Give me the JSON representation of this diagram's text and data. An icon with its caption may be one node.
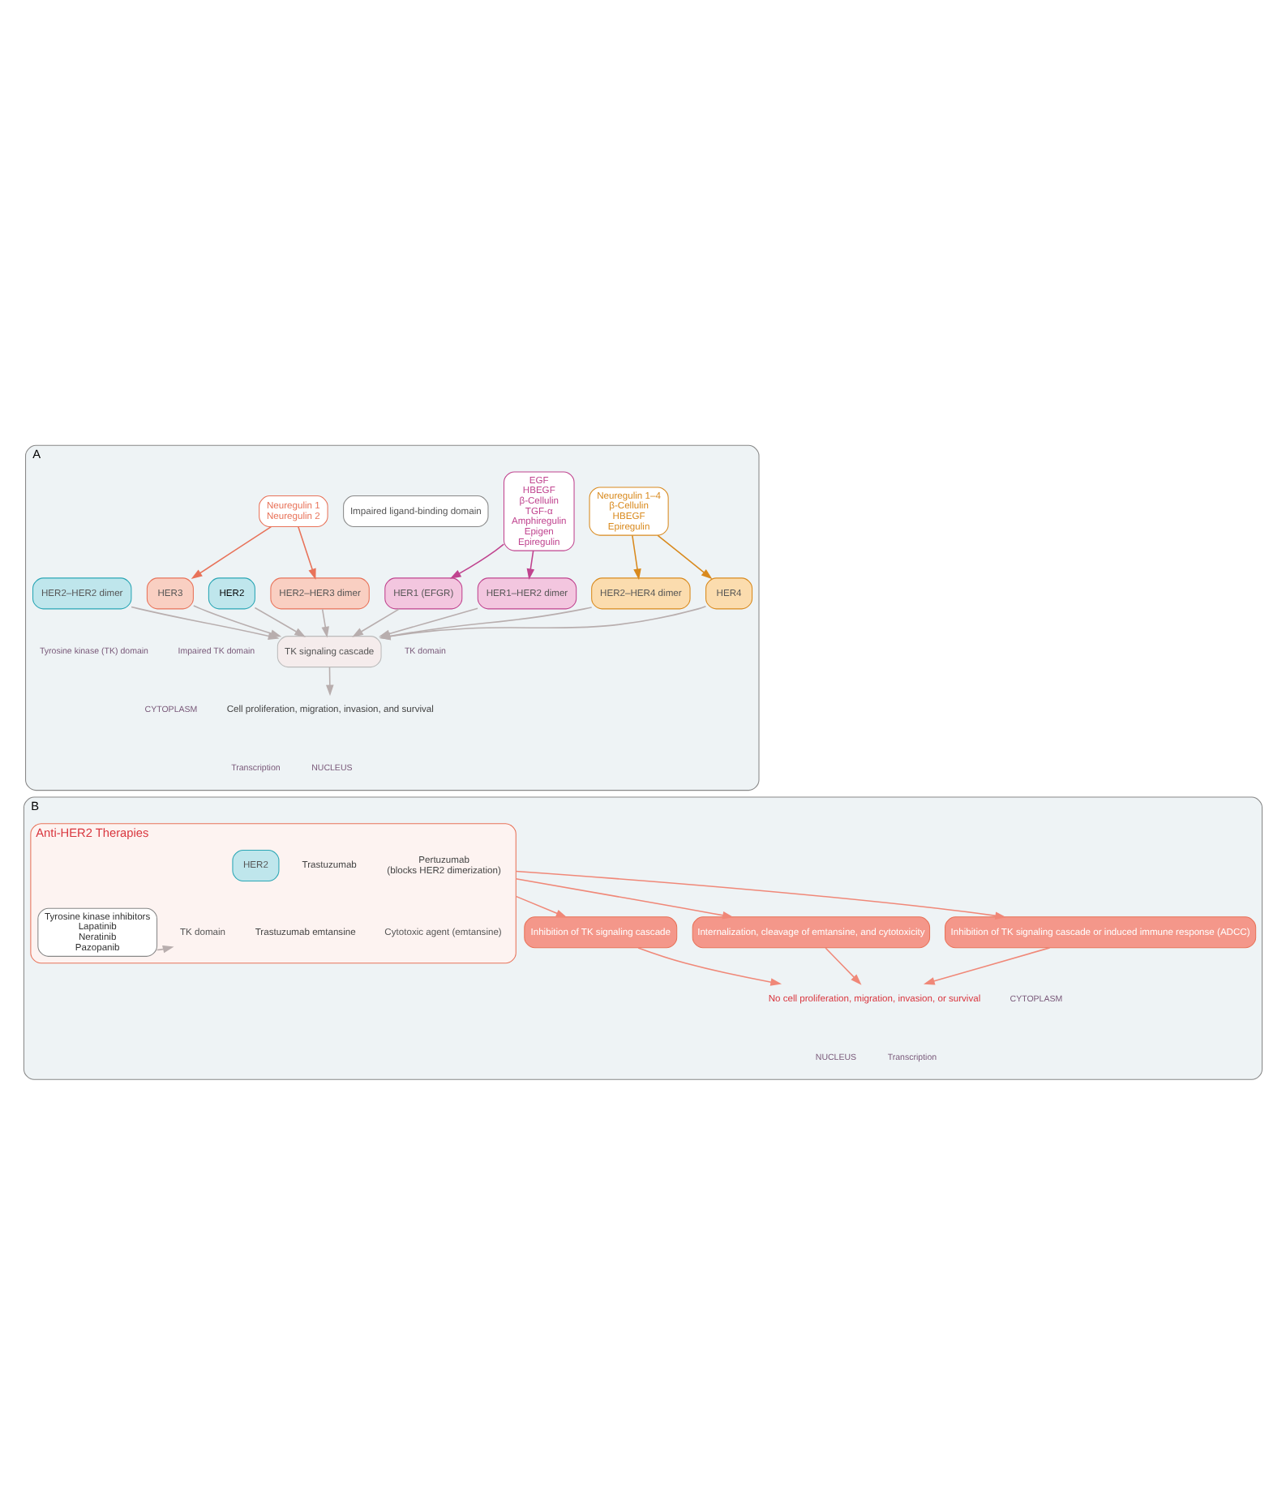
{
  "diagram": {
    "nodes": [
      {
        "text": [
          "A"
        ]
      },
      {
        "text": [
          "Impaired ligand-binding domain"
        ],
        "in": 0
      },
      {
        "text": [
          "HER2"
        ],
        "in": 0
      },
      {
        "text": [
          "HER2–HER2 dimer"
        ],
        "in": 0
      },
      {
        "text": [
          "HER1 (EFGR)"
        ],
        "in": 0
      },
      {
        "text": [
          "HER1–HER2 dimer"
        ],
        "in": 0
      },
      {
        "text": [
          "HER3"
        ],
        "in": 0
      },
      {
        "text": [
          "HER2–HER3 dimer"
        ],
        "in": 0
      },
      {
        "text": [
          "HER4"
        ],
        "in": 0
      },
      {
        "text": [
          "HER2–HER4 dimer"
        ],
        "in": 0
      },
      {
        "text": [
          "EGF",
          "HBEGF",
          "β-Cellulin",
          "TGF-α",
          "Amphiregulin",
          "Epigen",
          "Epiregulin"
        ],
        "in": 0
      },
      {
        "text": [
          "Neuregulin 1",
          "Neuregulin 2"
        ],
        "in": 0
      },
      {
        "text": [
          "Neuregulin 1–4",
          "β-Cellulin",
          "HBEGF",
          "Epiregulin"
        ],
        "in": 0
      },
      {
        "text": [
          "TK signaling cascade"
        ],
        "in": 0
      },
      {
        "text": [
          "Cell proliferation, migration, invasion, and survival"
        ],
        "in": 0
      },
      {
        "text": [
          "B"
        ]
      },
      {
        "text": [
          "Anti-HER2 Therapies"
        ],
        "in": 15
      },
      {
        "text": [
          "Pertuzumab",
          "(blocks HER2 dimerization)"
        ],
        "in": 16
      },
      {
        "text": [
          "Trastuzumab"
        ],
        "in": 16
      },
      {
        "text": [
          "Trastuzumab emtansine"
        ],
        "in": 16
      },
      {
        "text": [
          "Cytotoxic agent (emtansine)"
        ],
        "in": 16
      },
      {
        "text": [
          "HER2"
        ],
        "in": 16
      },
      {
        "text": [
          "Tyrosine kinase inhibitors",
          "Lapatinib",
          "Neratinib",
          "Pazopanib"
        ],
        "in": 16
      },
      {
        "text": [
          "TK domain"
        ],
        "in": 16
      },
      {
        "text": [
          "Inhibition of TK signaling cascade or induced immune response (ADCC)"
        ],
        "in": 15
      },
      {
        "text": [
          "Internalization, cleavage of emtansine, and cytotoxicity"
        ],
        "in": 15
      },
      {
        "text": [
          "Inhibition of TK signaling cascade"
        ],
        "in": 15
      },
      {
        "text": [
          "No cell proliferation, migration, invasion, or survival"
        ],
        "in": 15
      }
    ],
    "edges": [
      {
        "from": 10,
        "to": 4,
        "arrow": "to",
        "color": "#c0448f"
      },
      {
        "from": 10,
        "to": 5,
        "arrow": "to",
        "color": "#c0448f"
      },
      {
        "from": 11,
        "to": 6,
        "arrow": "to",
        "color": "#e8735a"
      },
      {
        "from": 11,
        "to": 7,
        "arrow": "to",
        "color": "#e8735a"
      },
      {
        "from": 12,
        "to": 8,
        "arrow": "to",
        "color": "#d98a1e"
      },
      {
        "from": 12,
        "to": 9,
        "arrow": "to",
        "color": "#d98a1e"
      },
      {
        "from": 2,
        "to": 13,
        "arrow": "to"
      },
      {
        "from": 3,
        "to": 13,
        "arrow": "to"
      },
      {
        "from": 4,
        "to": 13,
        "arrow": "to"
      },
      {
        "from": 5,
        "to": 13,
        "arrow": "to"
      },
      {
        "from": 6,
        "to": 13,
        "arrow": "to"
      },
      {
        "from": 7,
        "to": 13,
        "arrow": "to"
      },
      {
        "from": 8,
        "to": 13,
        "arrow": "to"
      },
      {
        "from": 9,
        "to": 13,
        "arrow": "to"
      },
      {
        "from": 13,
        "to": 14,
        "arrow": "to"
      },
      {
        "from": 22,
        "to": 23,
        "arrow": "to"
      },
      {
        "from": 16,
        "to": 24,
        "arrow": "to",
        "color": "#f08878"
      },
      {
        "from": 16,
        "to": 25,
        "arrow": "to",
        "color": "#f08878"
      },
      {
        "from": 16,
        "to": 26,
        "arrow": "to",
        "color": "#f08878"
      },
      {
        "from": 24,
        "to": 27,
        "arrow": "to",
        "color": "#f08878"
      },
      {
        "from": 25,
        "to": 27,
        "arrow": "to",
        "color": "#f08878"
      },
      {
        "from": 26,
        "to": 27,
        "arrow": "to",
        "color": "#f08878"
      }
    ],
    "labels": [
      "Tyrosine kinase (TK) domain",
      "Impaired TK domain",
      "TK domain",
      "CYTOPLASM",
      "NUCLEUS",
      "Transcription",
      "CYTOPLASM",
      "NUCLEUS",
      "Transcription"
    ]
  }
}
